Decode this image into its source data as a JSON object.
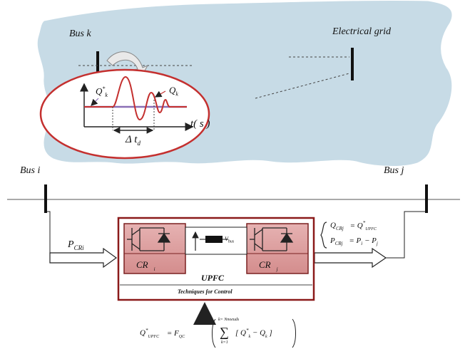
{
  "top": {
    "bus_k_label": "Bus k",
    "grid_label": "Electrical grid",
    "zoom": {
      "qk_star": "Q",
      "qk_star_sup": "*",
      "qk_star_sub": "k",
      "qk": "Q",
      "qk_sub": "k",
      "time_axis": "t( s )",
      "delta_t": "Δ t",
      "delta_t_sub": "d"
    }
  },
  "bottom": {
    "bus_i_label": "Bus  i",
    "bus_j_label": "Bus  j",
    "p_cri": "P",
    "p_cri_sub": "CRi",
    "upfc_title": "UPFC",
    "techniques": "Techniques for Control",
    "cr_i": "CR",
    "cr_i_sub": "i",
    "cr_j": "CR",
    "cr_j_sub": "j",
    "vbus_sub": "bus",
    "vbus": "V",
    "eq1_lhs": "Q",
    "eq1_lhs_sub": "CRj",
    "eq1_rhs": "= Q",
    "eq1_rhs_sup": "*",
    "eq1_rhs_sub": "UPFC",
    "eq2_lhs": "P",
    "eq2_lhs_sub": "CRj",
    "eq2_rhs": "= P",
    "eq2_rhs_sub1": "i",
    "eq2_mid": " − P",
    "eq2_rhs_sub2": "j",
    "formula_lhs": "Q",
    "formula_lhs_sup": "*",
    "formula_lhs_sub": "UPFC",
    "formula_eq": "= F",
    "formula_eq_sub": "QC",
    "sum_top": "k= Nnoeuds",
    "sum_bottom": "k=1",
    "sum_body": "[ Q",
    "sum_body_sup": "*",
    "sum_body_sub": "k",
    "sum_body_tail": " − Q",
    "sum_body_sub2": "k",
    "sum_body_end": " ]"
  },
  "colors": {
    "cloud": "#c7dbe6",
    "ellipse": "#c4302f",
    "box_border": "#8b1a1a",
    "module_fill": "#dea1a1",
    "reference_line": "#8a6fb5",
    "response": "#c4302f"
  }
}
